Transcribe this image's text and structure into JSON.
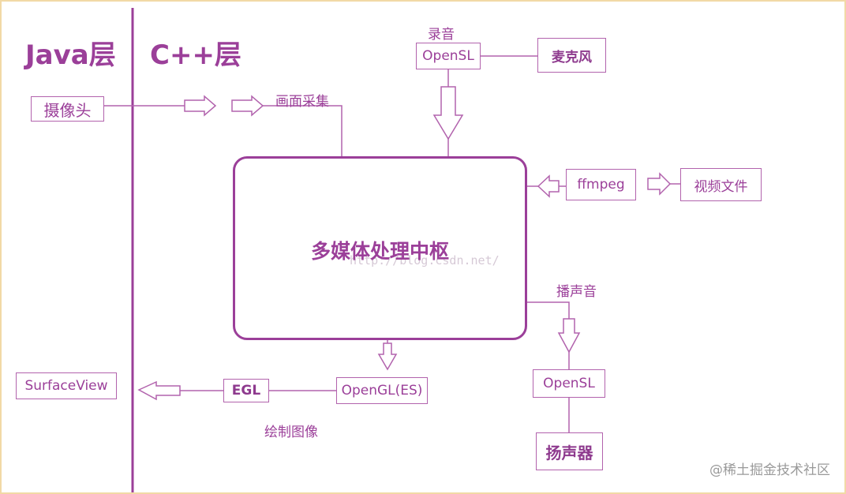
{
  "layers": {
    "java": "Java层",
    "cpp": "C++层"
  },
  "hub": {
    "title": "多媒体处理中枢",
    "watermark": "http://blog.csdn.net/"
  },
  "boxes": {
    "camera": "摄像头",
    "opensl_record": "OpenSL",
    "microphone": "麦克风",
    "ffmpeg": "ffmpeg",
    "video_file": "视频文件",
    "opengl": "OpenGL(ES)",
    "egl": "EGL",
    "surfaceview": "SurfaceView",
    "opensl_play": "OpenSL",
    "speaker": "扬声器"
  },
  "labels": {
    "capture": "画面采集",
    "record": "录音",
    "play": "播声音",
    "draw": "绘制图像"
  },
  "footer": "@稀土掘金技术社区",
  "colors": {
    "accent": "#9b3f99",
    "line": "#b263ad",
    "frame": "#f2d9a6"
  }
}
